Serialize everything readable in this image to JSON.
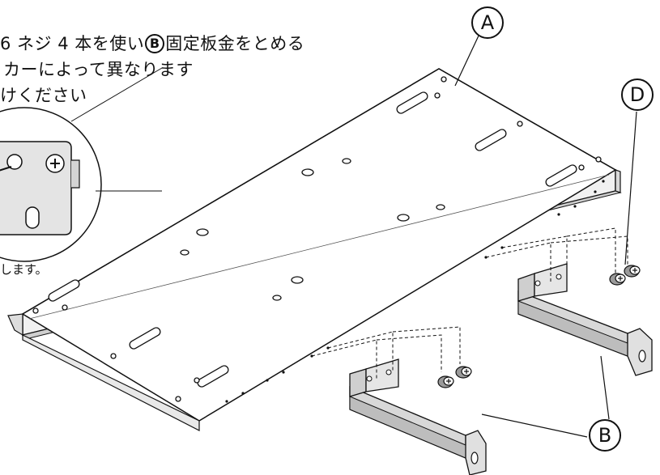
{
  "instructions": {
    "line1_pre": "6 ネジ 4 本を使い",
    "line1_ref": "B",
    "line1_post": "固定板金をとめる",
    "line2": "カーによって異なります",
    "line3": "けください"
  },
  "inset_note": "します。",
  "labels": {
    "a": "A",
    "b": "B",
    "d": "D"
  }
}
